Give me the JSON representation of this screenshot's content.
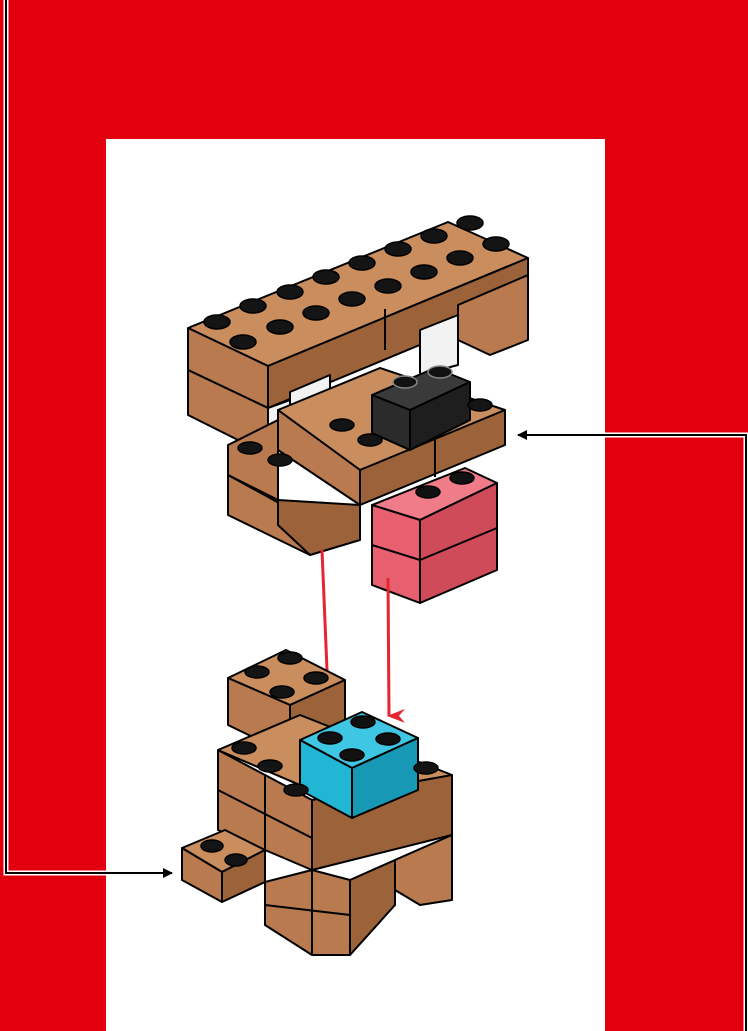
{
  "colors": {
    "frame_red": "#E2000F",
    "panel_white": "#FFFFFF",
    "brick_tan": "#B87A4E",
    "brick_tan_top": "#C98D5E",
    "brick_tan_side": "#9C633A",
    "stud_dark": "#141414",
    "brick_black": "#2B2B2B",
    "brick_pink": "#E8606F",
    "brick_cyan": "#22B6D5",
    "guide_arrow": "#E3262F",
    "leader_line": "#000000"
  },
  "diagram": {
    "upper_assembly": "head-assembly",
    "lower_assembly": "body-assembly",
    "pointers": [
      "pointer-to-head",
      "pointer-to-foot"
    ]
  }
}
